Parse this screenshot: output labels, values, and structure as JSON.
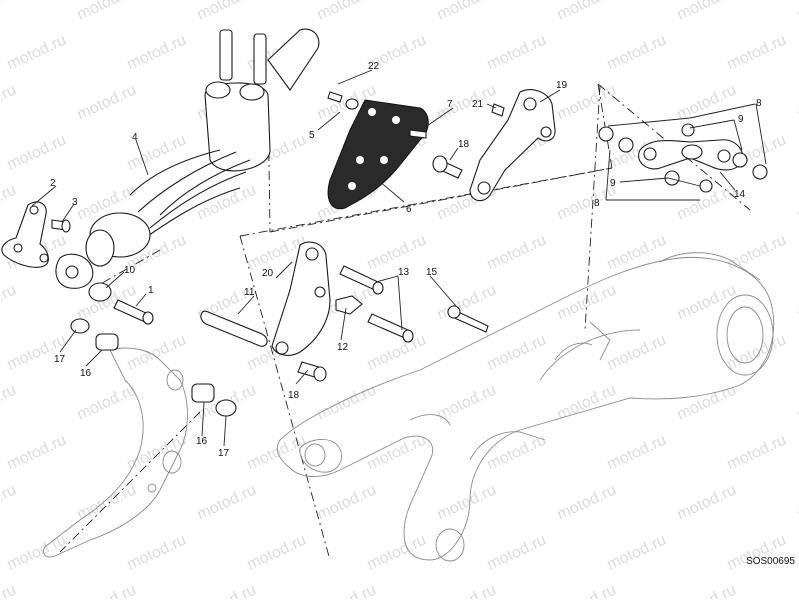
{
  "watermark": "motod.ru",
  "reference_code": "SOS00695",
  "callouts": [
    {
      "id": "c1",
      "text": "1"
    },
    {
      "id": "c2",
      "text": "2"
    },
    {
      "id": "c3",
      "text": "3"
    },
    {
      "id": "c4",
      "text": "4"
    },
    {
      "id": "c5",
      "text": "5"
    },
    {
      "id": "c6",
      "text": "6"
    },
    {
      "id": "c7",
      "text": "7"
    },
    {
      "id": "c8a",
      "text": "8"
    },
    {
      "id": "c8b",
      "text": "8"
    },
    {
      "id": "c9a",
      "text": "9"
    },
    {
      "id": "c9b",
      "text": "9"
    },
    {
      "id": "c10",
      "text": "10"
    },
    {
      "id": "c11",
      "text": "11"
    },
    {
      "id": "c12",
      "text": "12"
    },
    {
      "id": "c13",
      "text": "13"
    },
    {
      "id": "c14",
      "text": "14"
    },
    {
      "id": "c15",
      "text": "15"
    },
    {
      "id": "c16a",
      "text": "16"
    },
    {
      "id": "c16b",
      "text": "16"
    },
    {
      "id": "c17a",
      "text": "17"
    },
    {
      "id": "c17b",
      "text": "17"
    },
    {
      "id": "c18a",
      "text": "18"
    },
    {
      "id": "c18b",
      "text": "18"
    },
    {
      "id": "c19",
      "text": "19"
    },
    {
      "id": "c20",
      "text": "20"
    },
    {
      "id": "c21",
      "text": "21"
    },
    {
      "id": "c22",
      "text": "22"
    }
  ]
}
